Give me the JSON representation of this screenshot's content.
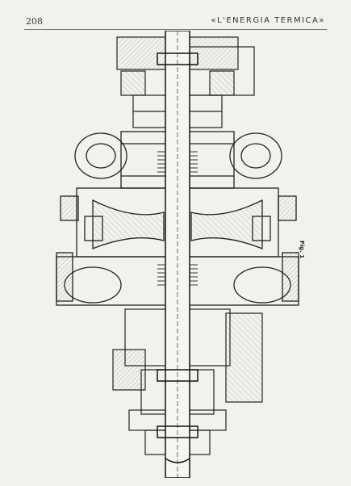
{
  "header": {
    "page_number": "208",
    "journal_title": "«L'ENERGIA TERMICA»"
  },
  "figure": {
    "label": "Fig. 1"
  }
}
